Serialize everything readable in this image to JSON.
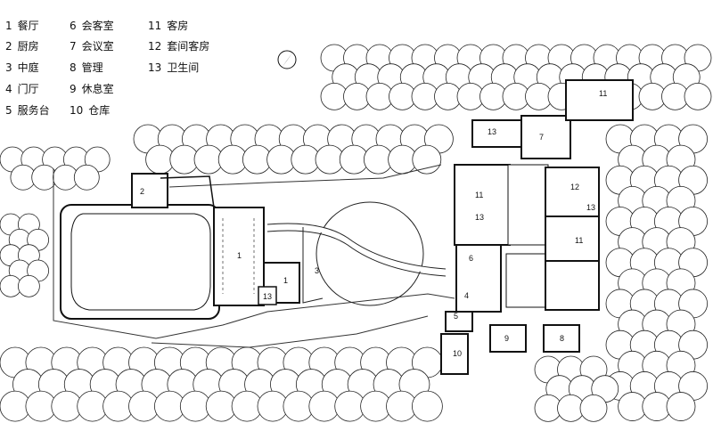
{
  "legend": [
    {
      "num": "1",
      "name": "餐厅"
    },
    {
      "num": "2",
      "name": "厨房"
    },
    {
      "num": "3",
      "name": "中庭"
    },
    {
      "num": "4",
      "name": "门厅"
    },
    {
      "num": "5",
      "name": "服务台"
    },
    {
      "num": "6",
      "name": "会客室"
    },
    {
      "num": "7",
      "name": "会议室"
    },
    {
      "num": "8",
      "name": "管理"
    },
    {
      "num": "9",
      "name": "休息室"
    },
    {
      "num": "10",
      "name": "仓库"
    },
    {
      "num": "11",
      "name": "客房"
    },
    {
      "num": "12",
      "name": "套间客房"
    },
    {
      "num": "13",
      "name": "卫生间"
    }
  ],
  "room_labels": [
    "1",
    "1",
    "2",
    "3",
    "4",
    "5",
    "6",
    "7",
    "8",
    "9",
    "10",
    "11",
    "11",
    "11",
    "12",
    "13",
    "13",
    "13",
    "13"
  ]
}
